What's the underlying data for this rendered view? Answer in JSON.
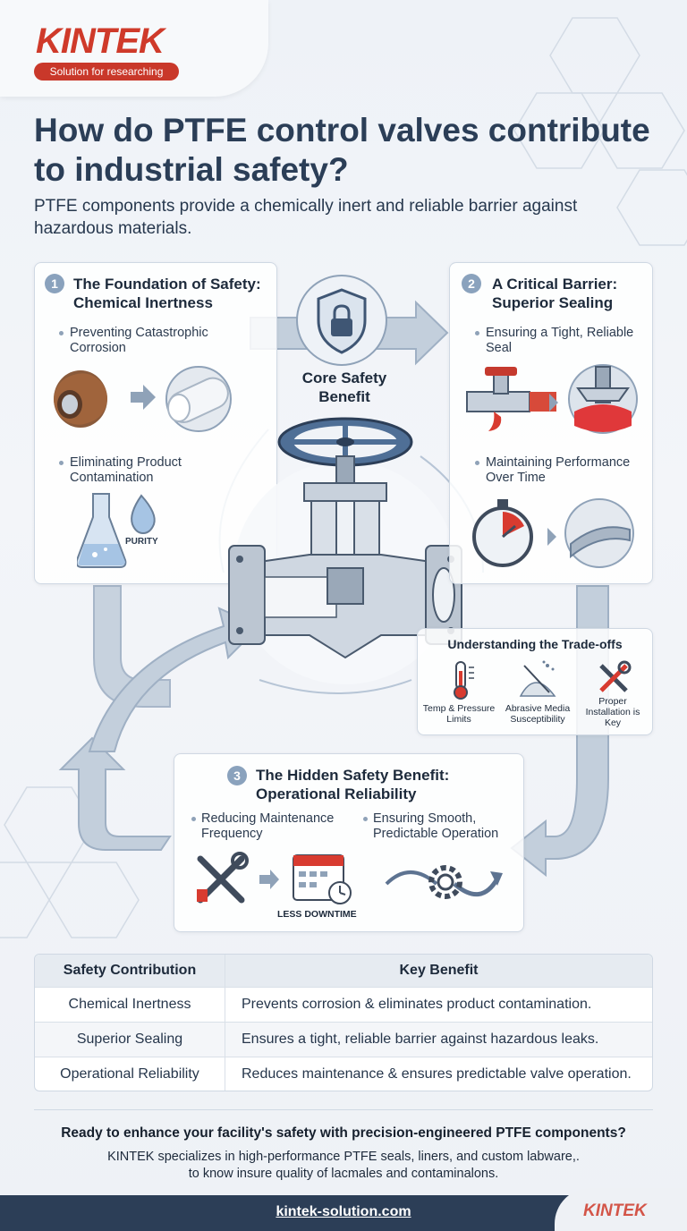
{
  "brand": {
    "logo": "KINTEK",
    "tagline": "Solution for researching"
  },
  "title": "How do PTFE control valves contribute to industrial safety?",
  "subtitle": "PTFE components provide a chemically inert and reliable barrier against hazardous materials.",
  "center": {
    "label": "Core Safety Benefit",
    "icon": "shield-lock-icon"
  },
  "card1": {
    "number": "1",
    "title": "The Foundation of Safety: Chemical Inertness",
    "bullet1": "Preventing Catastrophic Corrosion",
    "bullet2": "Eliminating Product Contamination",
    "purity": "PURITY"
  },
  "card2": {
    "number": "2",
    "title": "A Critical Barrier: Superior Sealing",
    "bullet1": "Ensuring a Tight, Reliable Seal",
    "bullet2": "Maintaining Performance Over Time"
  },
  "tradeoffs": {
    "title": "Understanding the Trade-offs",
    "items": [
      {
        "label": "Temp & Pressure Limits",
        "icon": "thermometer-icon"
      },
      {
        "label": "Abrasive Media Susceptibility",
        "icon": "abrasive-pile-icon"
      },
      {
        "label": "Proper Installation is Key",
        "icon": "tools-icon"
      }
    ]
  },
  "card3": {
    "number": "3",
    "title": "The Hidden Safety Benefit: Operational Reliability",
    "bullet1": "Reducing Maintenance Frequency",
    "bullet2": "Ensuring Smooth, Predictable Operation",
    "downtime": "LESS DOWNTIME"
  },
  "table": {
    "headers": [
      "Safety Contribution",
      "Key Benefit"
    ],
    "rows": [
      [
        "Chemical Inertness",
        "Prevents corrosion & eliminates product contamination."
      ],
      [
        "Superior Sealing",
        "Ensures a tight, reliable barrier against hazardous leaks."
      ],
      [
        "Operational Reliability",
        "Reduces maintenance & ensures predictable valve operation."
      ]
    ]
  },
  "cta": {
    "title": "Ready to enhance your facility's safety with precision-engineered PTFE components?",
    "line1": "KINTEK specializes in high-performance PTFE seals, liners, and custom labware,.",
    "line2": "to know insure quality of lacmales and contaminalons."
  },
  "footer": {
    "link": "kintek-solution.com",
    "logo": "KINTEK"
  },
  "colors": {
    "brand_red": "#cf3a2a",
    "navy": "#2c3e57",
    "arrow": "#a7b6c8"
  }
}
